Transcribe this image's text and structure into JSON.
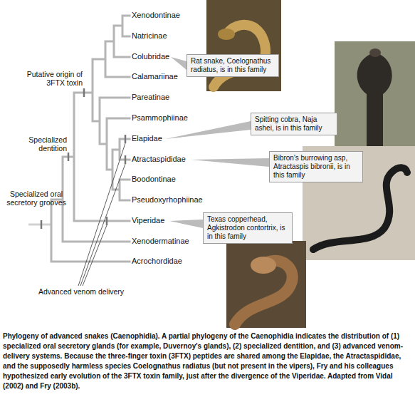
{
  "diagram": {
    "caption": "Phylogeny of advanced snakes (Caenophidia). A partial phylogeny of the Caenophidia indicates the distribution of (1) specialized oral secretory glands (for example, Duvernoy's glands), (2) specialized dentition, and (3) advanced venom-delivery systems. Because the three-finger toxin (3FTX) peptides are shared among the Elapidae, the Atractaspididae, and the supposedly harmless species Coelognathus radiatus (but not present in the vipers), Fry and his colleagues hypothesized early evolution of the 3FTX toxin family, just after the divergence of the Viperidae. Adapted from Vidal (2002) and Fry (2003b).",
    "nodes": [
      {
        "text": [
          "Rat snake, Coelognathus radiatus, is in this family"
        ]
      },
      {
        "text": [
          "Spitting cobra, Naja ashei, is in this family"
        ]
      },
      {
        "text": [
          "Bibron's burrowing asp, Atractaspis bibronii, is in this family"
        ]
      },
      {
        "text": [
          "Texas copperhead, Agkistrodon contortrix, is in this family"
        ]
      }
    ],
    "labels": [
      "Xenodontinae",
      "Natricinae",
      "Colubridae",
      "Calamariinae",
      "Pareatinae",
      "Psammophiinae",
      "Elapidae",
      "Atractaspididae",
      "Boodontinae",
      "Pseudoxyrhophiinae",
      "Viperidae",
      "Xenodermatinae",
      "Acrochordidae",
      "Putative origin of 3FTX toxin",
      "Specialized dentition",
      "Specialized oral secretory grooves",
      "Advanced venom delivery"
    ]
  }
}
